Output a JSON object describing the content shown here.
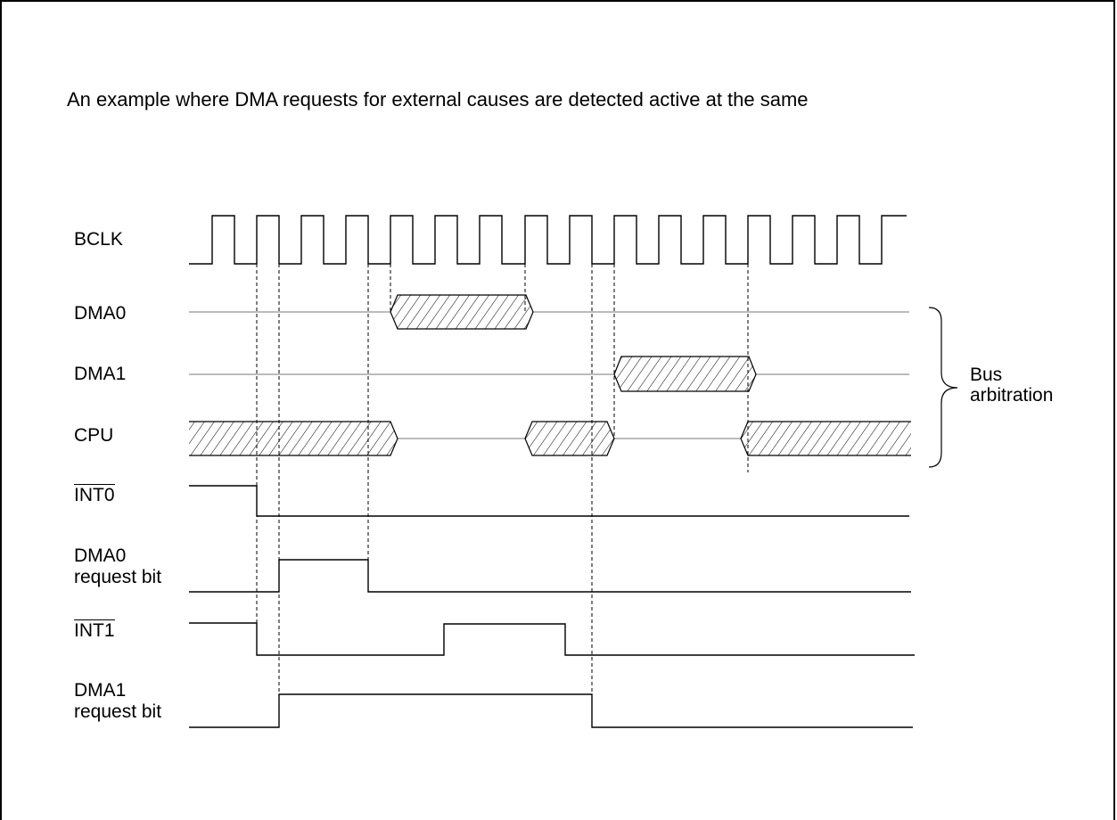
{
  "caption": "An example where DMA requests for external causes are detected active at the same",
  "signals": {
    "bclk": "BCLK",
    "dma0": "DMA0",
    "dma1": "DMA1",
    "cpu": "CPU",
    "int0": "INT0",
    "dma0_req_line1": "DMA0",
    "dma0_req_line2": "request bit",
    "int1": "INT1",
    "dma1_req_line1": "DMA1",
    "dma1_req_line2": "request bit"
  },
  "bus_arbitration": {
    "line1": "Bus",
    "line2": "arbitration"
  }
}
